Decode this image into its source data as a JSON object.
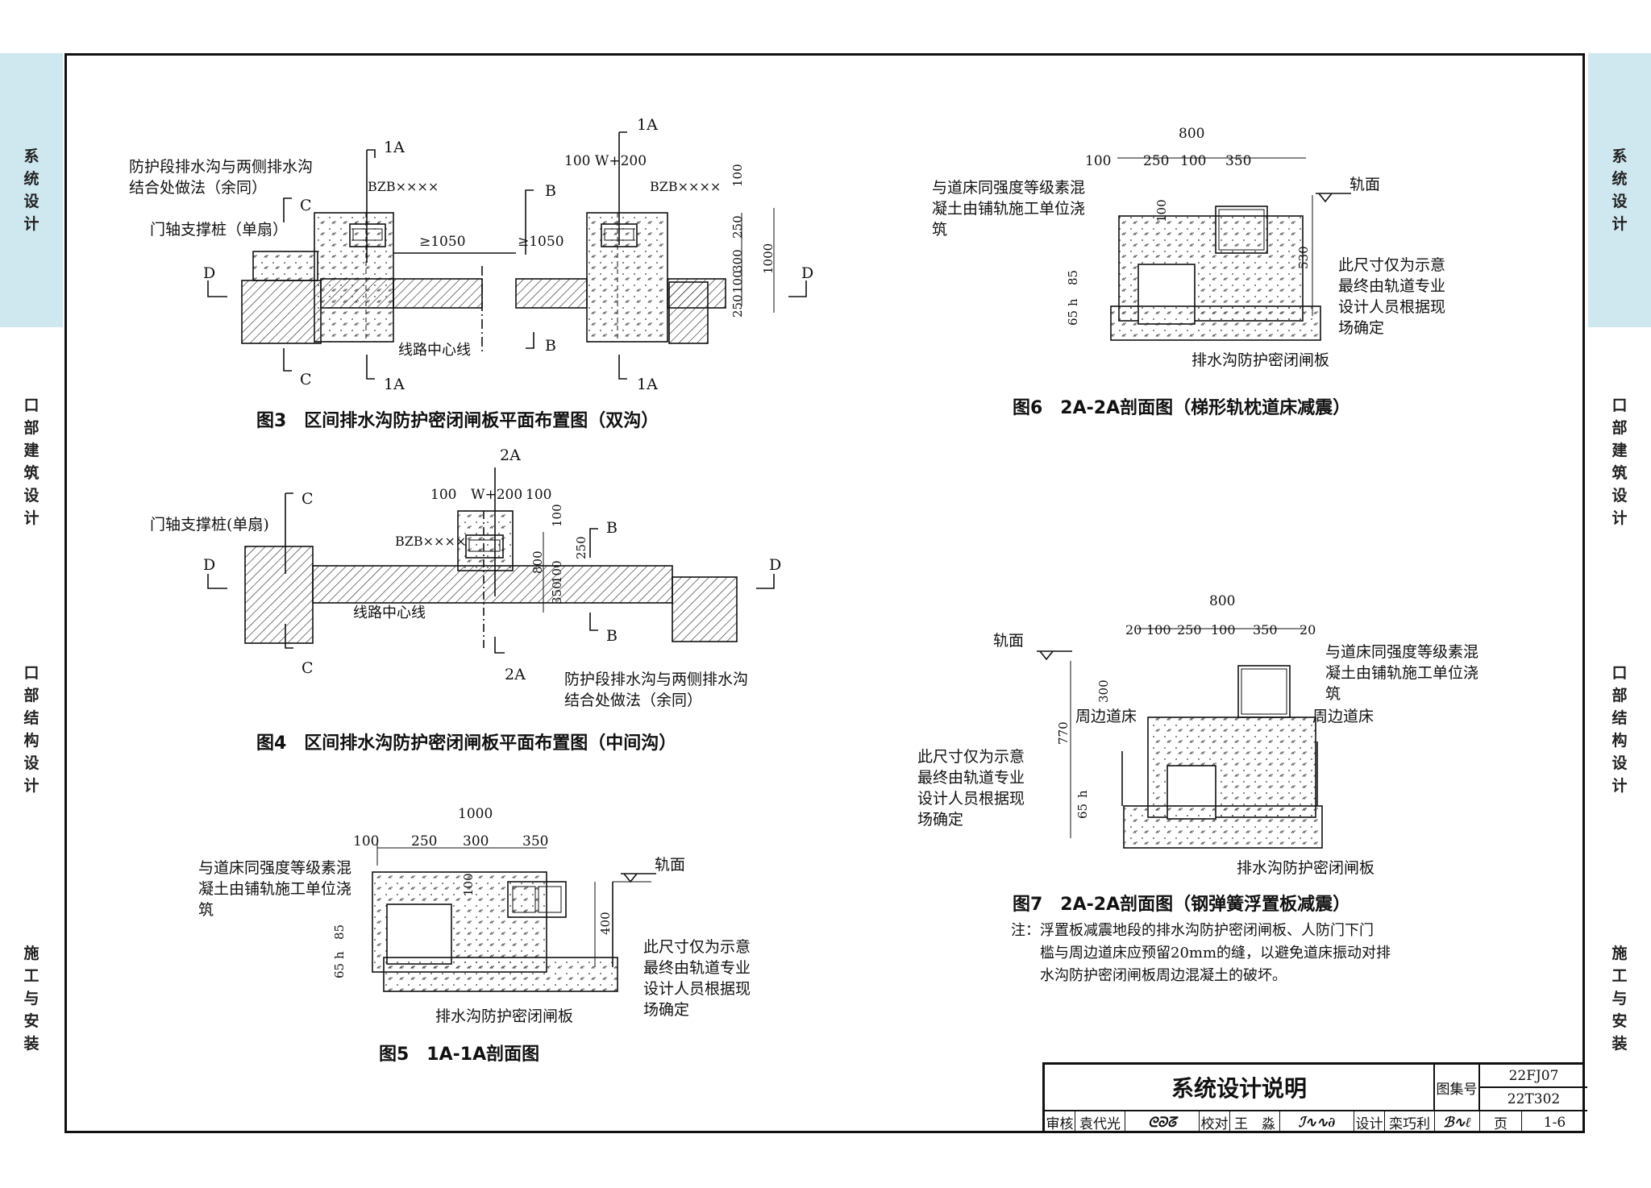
{
  "side_tabs": [
    "系统设计",
    "口部建筑设计",
    "口部结构设计",
    "施工与安装"
  ],
  "fig3": {
    "caption": "图3　区间排水沟防护密闭闸板平面布置图（双沟）",
    "note_join": [
      "防护段排水沟与两侧排水沟",
      "结合处做法（余同）"
    ],
    "door_pile": "门轴支撑桩（单扇）",
    "bzb": "BZB××××",
    "w200": "100 W+200",
    "d1050a": "≥1050",
    "d1050b": "≥1050",
    "centerline": "线路中心线",
    "dims_v": [
      "100",
      "250",
      "300",
      "1000",
      "100",
      "250"
    ],
    "sec": {
      "a": "1A",
      "b": "B",
      "c": "C",
      "d": "D"
    }
  },
  "fig4": {
    "caption": "图4　区间排水沟防护密闭闸板平面布置图（中间沟）",
    "door_pile": "门轴支撑桩(单扇)",
    "bzb": "BZB××××",
    "top_dims": [
      "100",
      "W+200",
      "100"
    ],
    "dims_v": [
      "100",
      "250",
      "800",
      "100",
      "350"
    ],
    "centerline": "线路中心线",
    "note_join": [
      "防护段排水沟与两侧排水沟",
      "结合处做法（余同）"
    ],
    "sec": {
      "a": "2A",
      "b": "B",
      "c": "C",
      "d": "D"
    }
  },
  "fig5": {
    "caption": "图5　1A-1A剖面图",
    "total": "1000",
    "dims": [
      "100",
      "250",
      "300",
      "350"
    ],
    "rail": "轨面",
    "concrete_note": [
      "与道床同强度等级素混",
      "凝土由铺轨施工单位浇",
      "筑"
    ],
    "remark": [
      "此尺寸仅为示意",
      "最终由轨道专业",
      "设计人员根据现",
      "场确定"
    ],
    "gate": "排水沟防护密闭闸板",
    "v_dims": [
      "100",
      "400",
      "85",
      "h",
      "65"
    ]
  },
  "fig6": {
    "caption": "图6　2A-2A剖面图（梯形轨枕道床减震）",
    "total": "800",
    "dims": [
      "100",
      "250",
      "100",
      "350"
    ],
    "rail": "轨面",
    "concrete_note": [
      "与道床同强度等级素混",
      "凝土由铺轨施工单位浇",
      "筑"
    ],
    "remark": [
      "此尺寸仅为示意",
      "最终由轨道专业",
      "设计人员根据现",
      "场确定"
    ],
    "gate": "排水沟防护密闭闸板",
    "v_dims": [
      "100",
      "530",
      "85",
      "h",
      "65"
    ]
  },
  "fig7": {
    "caption": "图7　2A-2A剖面图（钢弹簧浮置板减震）",
    "total": "800",
    "dims": [
      "20",
      "100",
      "250",
      "100",
      "350",
      "20"
    ],
    "rail": "轨面",
    "concrete_note": [
      "与道床同强度等级素混",
      "凝土由铺轨施工单位浇",
      "筑"
    ],
    "surround_left": "周边道床",
    "surround_right": "周边道床",
    "remark": [
      "此尺寸仅为示意",
      "最终由轨道专业",
      "设计人员根据现",
      "场确定"
    ],
    "gate": "排水沟防护密闭闸板",
    "v_dims": [
      "300",
      "770",
      "h",
      "65"
    ],
    "note": [
      "注：浮置板减震地段的排水沟防护密闭闸板、人防门下门",
      "槛与周边道床应预留20mm的缝，以避免道床振动对排",
      "水沟防护密闭闸板周边混凝土的破坏。"
    ]
  },
  "title_block": {
    "title": "系统设计说明",
    "atlas_label": "图集号",
    "atlas_no": [
      "22FJ07",
      "22T302"
    ],
    "review_label": "审核",
    "reviewer": "袁代光",
    "check_label": "校对",
    "checker": "王　淼",
    "design_label": "设计",
    "designer": "栾巧利",
    "page_label": "页",
    "page_no": "1-6"
  }
}
